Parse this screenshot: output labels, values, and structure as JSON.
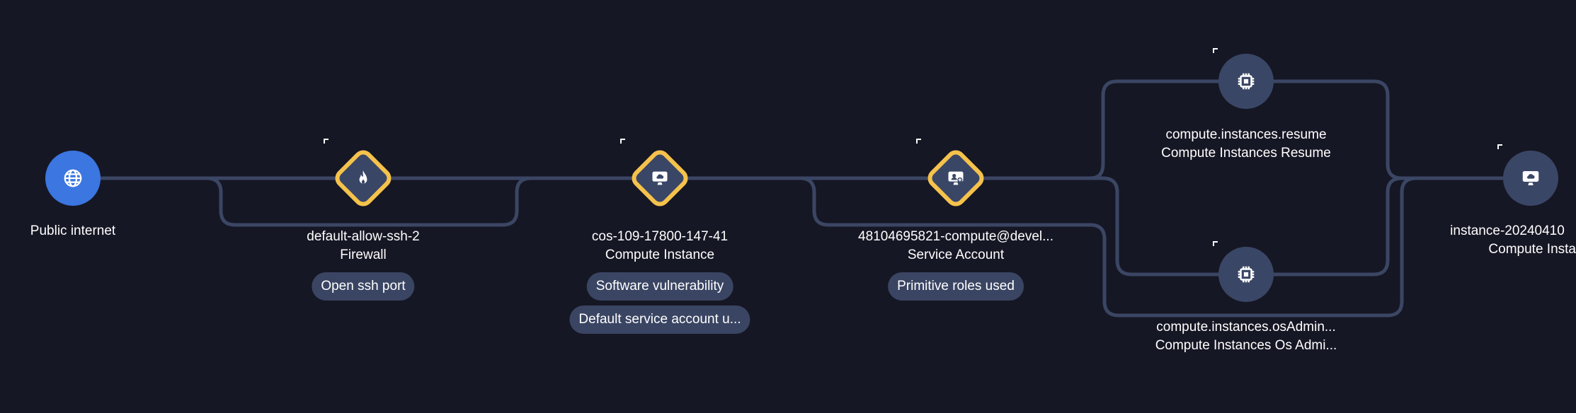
{
  "nodes": {
    "public_internet": {
      "title": "Public internet",
      "icon": "globe-icon"
    },
    "firewall": {
      "title": "default-allow-ssh-2",
      "type": "Firewall",
      "icon": "flame-icon",
      "findings": [
        "Open ssh port"
      ]
    },
    "compute_instance": {
      "title": "cos-109-17800-147-41",
      "type": "Compute Instance",
      "icon": "monitor-cloud-icon",
      "findings": [
        "Software vulnerability",
        "Default service account u..."
      ]
    },
    "service_account": {
      "title": "48104695821-compute@devel...",
      "type": "Service Account",
      "icon": "service-account-icon",
      "findings": [
        "Primitive roles used"
      ]
    },
    "perm_resume": {
      "title": "compute.instances.resume",
      "type": "Compute Instances Resume",
      "icon": "chip-icon"
    },
    "perm_osadmin": {
      "title": "compute.instances.osAdmin...",
      "type": "Compute Instances Os Admi...",
      "icon": "chip-icon"
    },
    "target_instance": {
      "title": "instance-20240410",
      "type": "Compute Insta",
      "icon": "monitor-cloud-icon"
    }
  },
  "colors": {
    "background": "#161724",
    "edge": "#3a4663",
    "node_fill": "#3a4666",
    "globe_fill": "#3b76e1",
    "finding_border": "#f5c24b",
    "pill_fill": "#3a4563"
  }
}
